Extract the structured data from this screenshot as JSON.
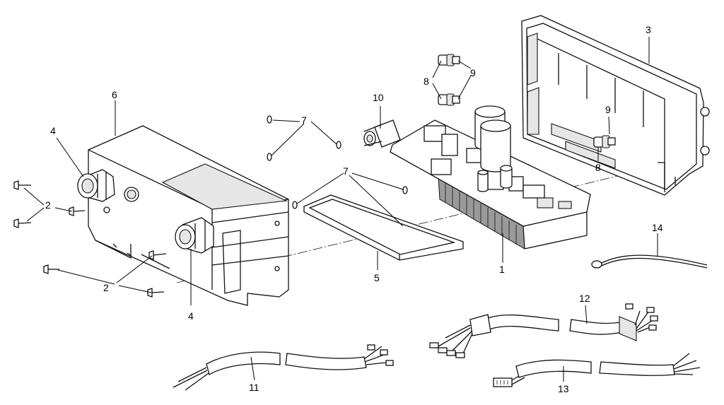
{
  "callouts": {
    "c1": "1",
    "c2a": "2",
    "c2b": "2",
    "c3": "3",
    "c4a": "4",
    "c4b": "4",
    "c5": "5",
    "c6": "6",
    "c7a": "7",
    "c7b": "7",
    "c8a": "8",
    "c8b": "8",
    "c9a": "9",
    "c9b": "9",
    "c10": "10",
    "c11": "11",
    "c12": "12",
    "c13": "13",
    "c14": "14"
  }
}
